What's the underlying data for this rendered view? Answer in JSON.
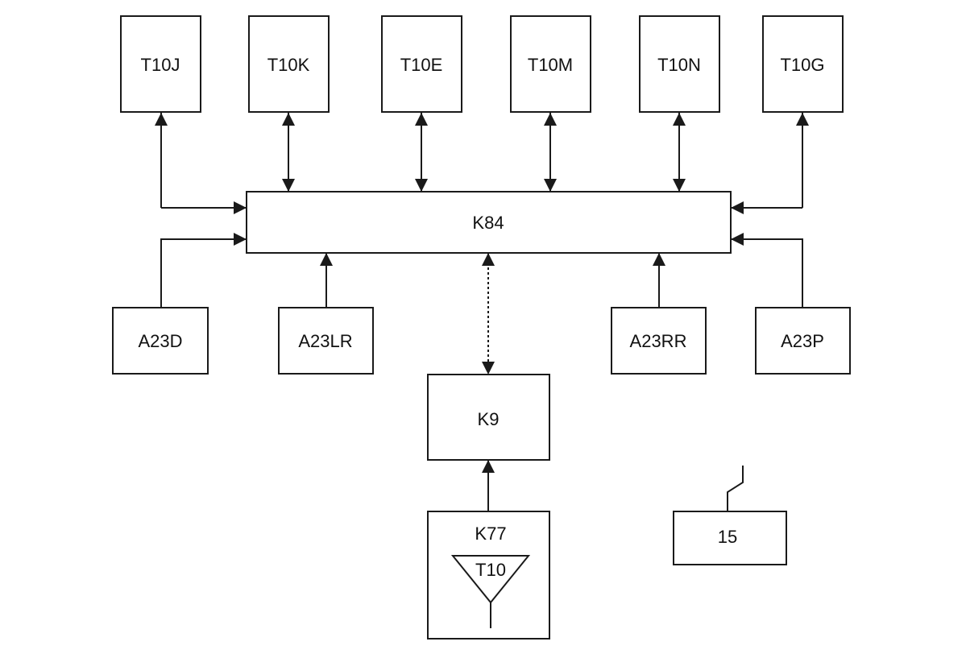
{
  "modules": {
    "t10j": "T10J",
    "t10k": "T10K",
    "t10e": "T10E",
    "t10m": "T10M",
    "t10n": "T10N",
    "t10g": "T10G",
    "k84": "K84",
    "a23d": "A23D",
    "a23lr": "A23LR",
    "a23rr": "A23RR",
    "a23p": "A23P",
    "k9": "K9",
    "k77": "K77",
    "k77_antenna": "T10",
    "m15": "15"
  }
}
